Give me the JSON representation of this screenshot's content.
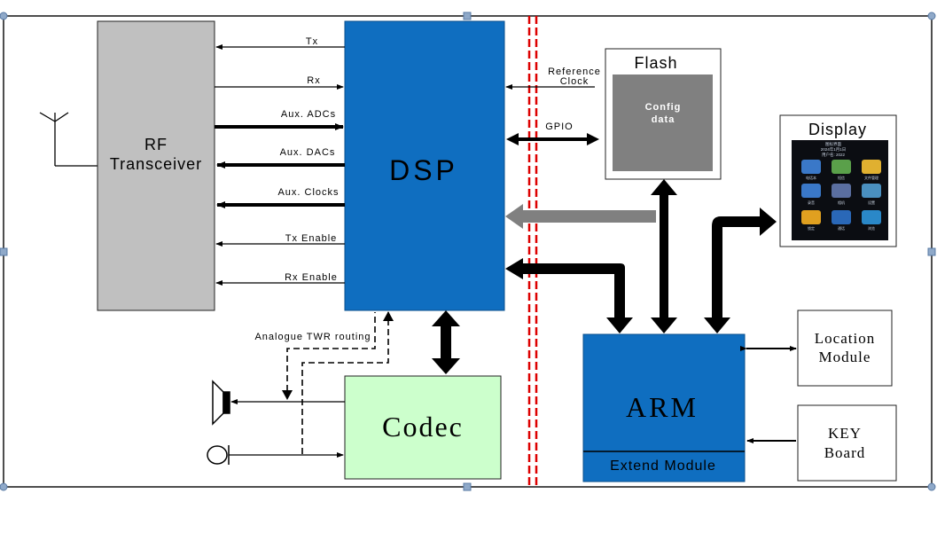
{
  "blocks": {
    "rf": "RF\nTransceiver",
    "dsp": "DSP",
    "codec": "Codec",
    "flash": "Flash",
    "config": "Config\ndata",
    "display": "Display",
    "arm": "ARM",
    "extend": "Extend Module",
    "location": "Location\nModule",
    "keyboard": "KEY\nBoard"
  },
  "signals": {
    "tx": "Tx",
    "rx": "Rx",
    "aux_adcs": "Aux. ADCs",
    "aux_dacs": "Aux. DACs",
    "aux_clocks": "Aux. Clocks",
    "tx_enable": "Tx Enable",
    "rx_enable": "Rx Enable",
    "ref_clock": "Reference\nClock",
    "gpio": "GPIO",
    "analogue_twr": "Analogue TWR routing"
  },
  "display_screen": {
    "header_lines": [
      "图标界面",
      "2024年1月1日",
      "用户名: 2022"
    ],
    "icon_labels": [
      "电话本",
      "短信",
      "文件管理",
      "录音",
      "相机",
      "设置",
      "锁定",
      "通话",
      "浏览"
    ]
  },
  "colors": {
    "dsp": "#0f6ec0",
    "arm": "#0f6ec0",
    "rf": "#c0c0c0",
    "codec": "#ccffcc",
    "config": "#808080",
    "divider": "#dd0000",
    "gray_arrow": "#808080",
    "handle": "#8fa9c9"
  }
}
